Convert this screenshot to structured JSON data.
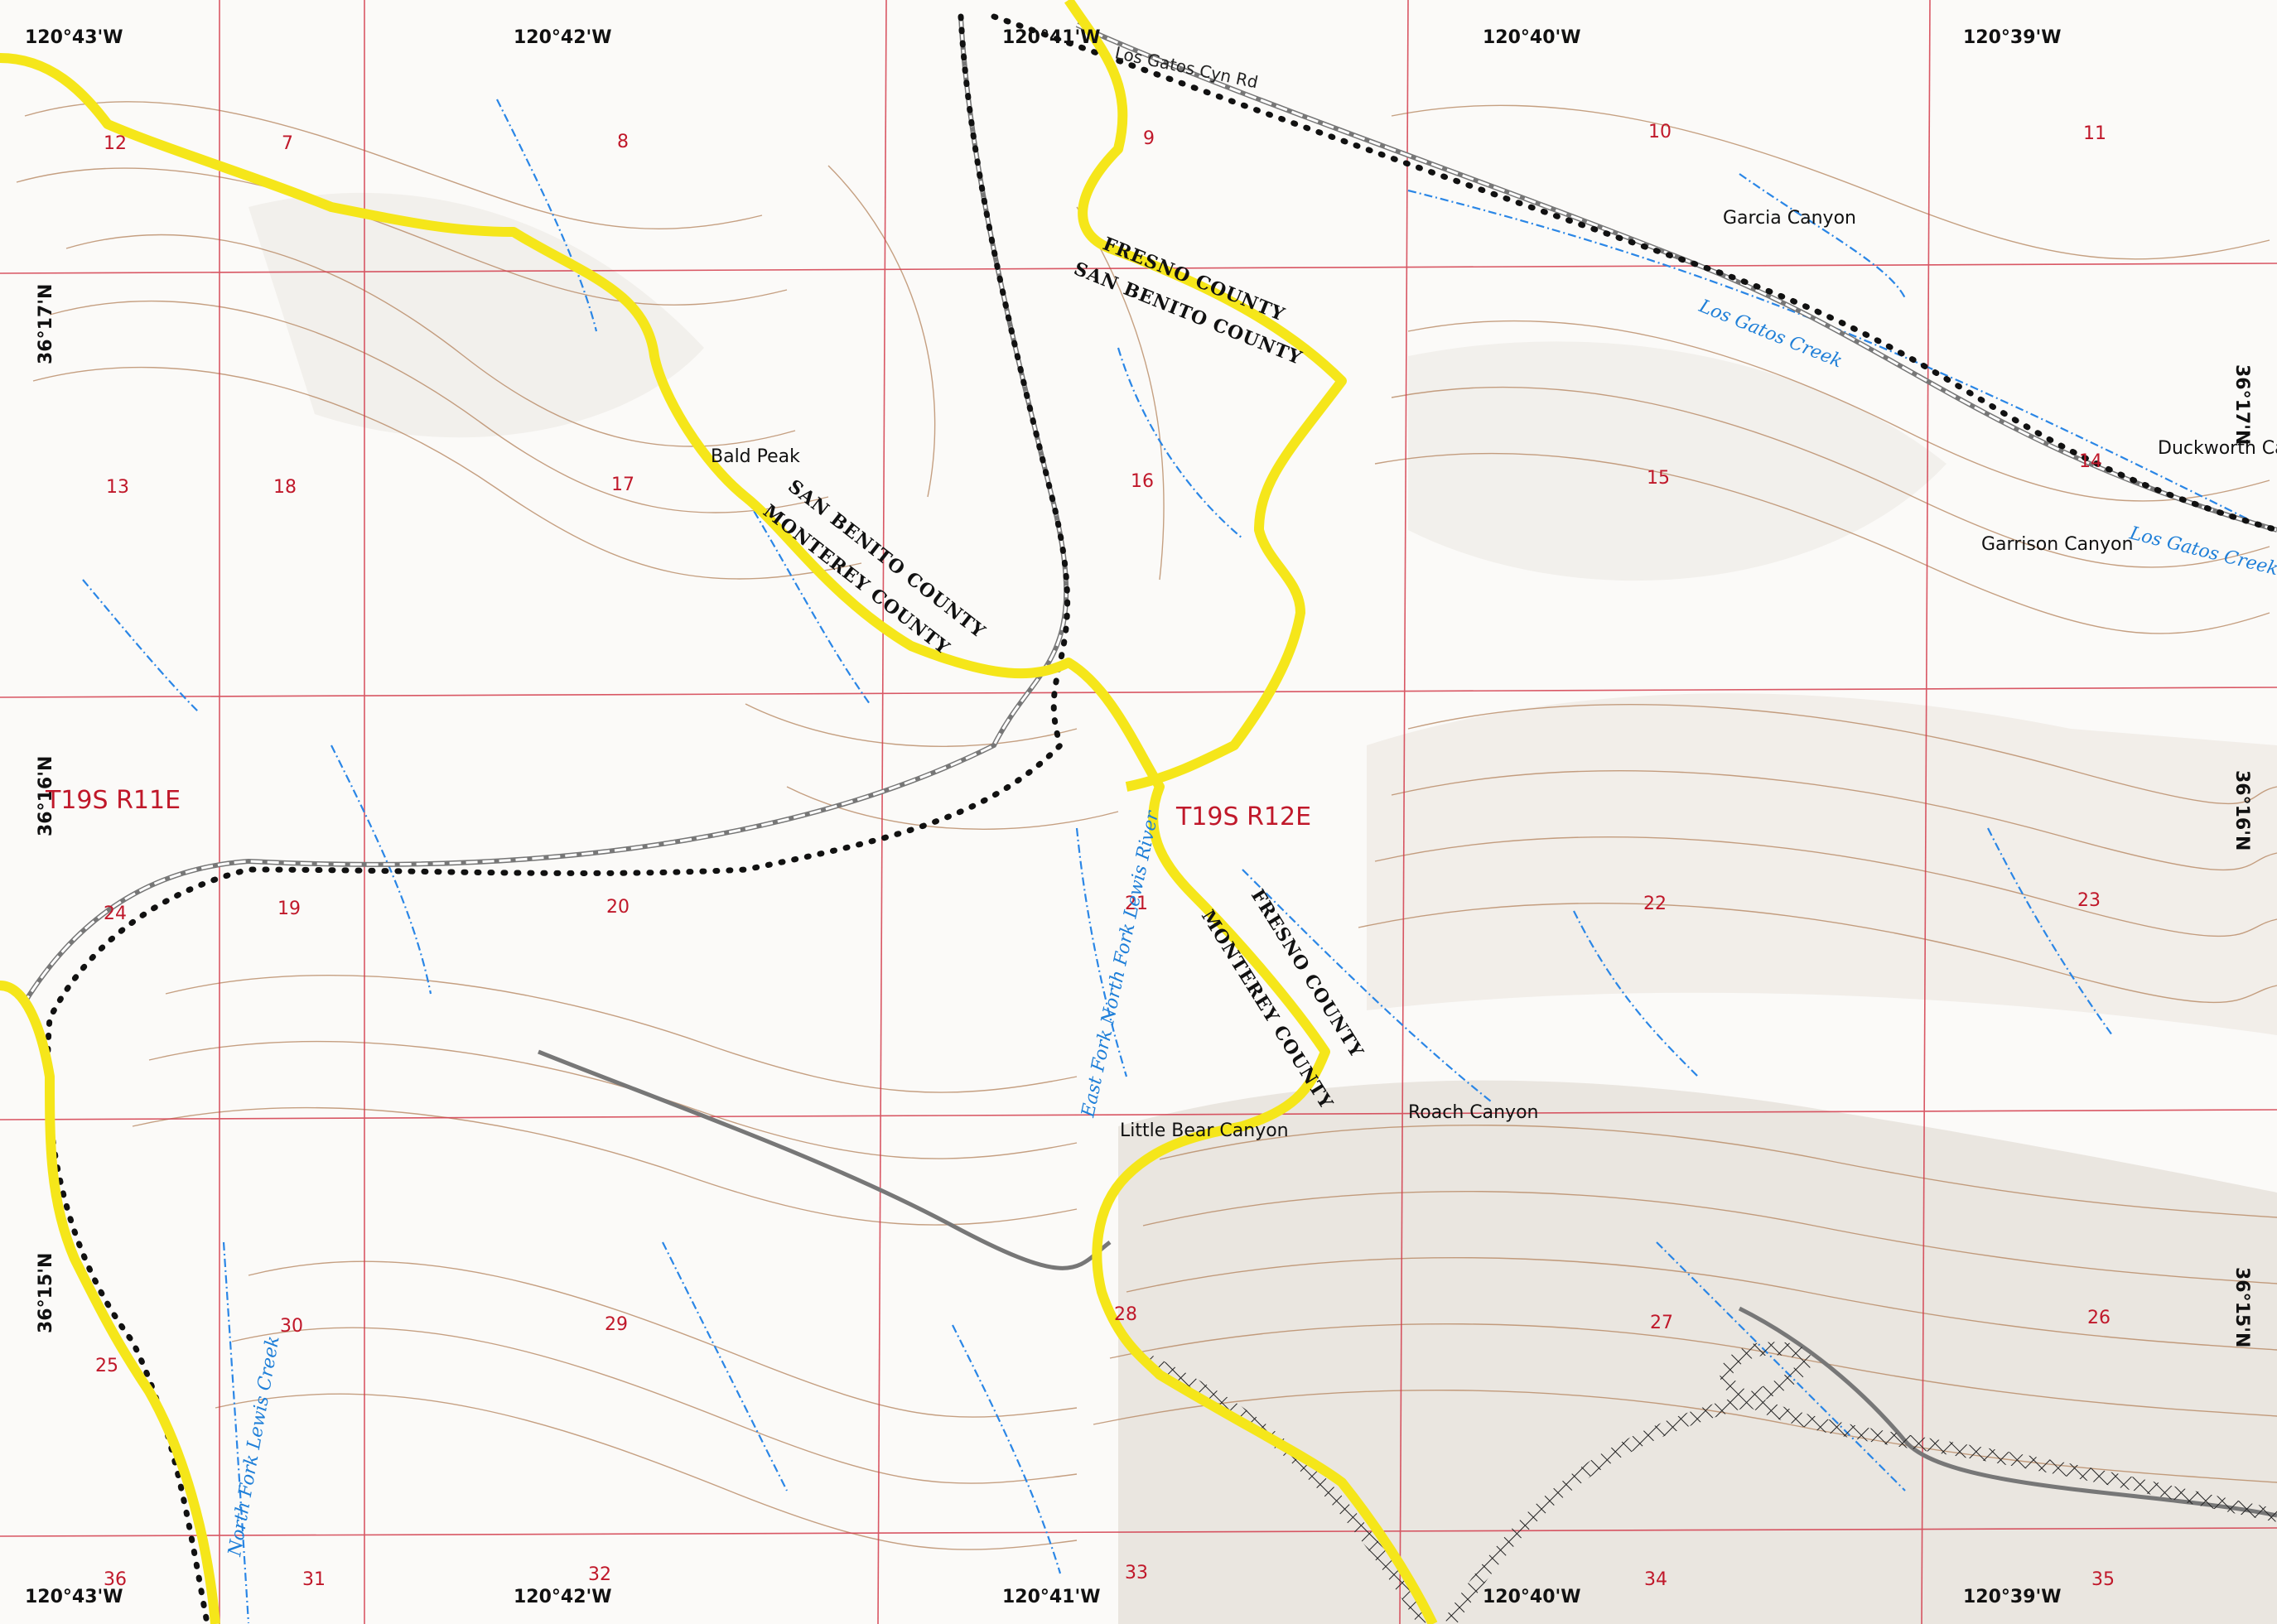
{
  "coordinates": {
    "top": [
      "120°43'W",
      "120°42'W",
      "120°41'W",
      "120°40'W",
      "120°39'W"
    ],
    "bottom": [
      "120°43'W",
      "120°42'W",
      "120°41'W",
      "120°40'W",
      "120°39'W"
    ],
    "left": [
      "36°17'N",
      "36°16'N",
      "36°15'N"
    ],
    "right": [
      "36°17'N",
      "36°16'N",
      "36°15'N"
    ]
  },
  "sections": [
    "12",
    "7",
    "8",
    "9",
    "10",
    "11",
    "13",
    "18",
    "17",
    "16",
    "15",
    "14",
    "24",
    "19",
    "20",
    "21",
    "22",
    "23",
    "25",
    "30",
    "29",
    "28",
    "27",
    "26",
    "36",
    "31",
    "32",
    "33",
    "34",
    "35"
  ],
  "townships": [
    "T19S R11E",
    "T19S R12E"
  ],
  "places": [
    "Bald Peak",
    "Garcia Canyon",
    "Duckworth Canyon",
    "Garrison Canyon",
    "Little Bear Canyon",
    "Roach Canyon"
  ],
  "water": [
    "Los Gatos Creek",
    "Los Gatos Creek",
    "East Fork North Fork Lewis River",
    "North Fork Lewis Creek"
  ],
  "counties": [
    "FRESNO COUNTY",
    "SAN BENITO COUNTY",
    "SAN BENITO COUNTY",
    "MONTEREY COUNTY",
    "FRESNO COUNTY",
    "MONTEREY COUNTY"
  ],
  "roads": [
    "Los Gatos Cyn Rd"
  ],
  "colors": {
    "county_line": "#f5e61a",
    "grid": "#d23a4a",
    "stream": "#2a86e6",
    "contour": "#b3815a",
    "text_red": "#c0182a"
  }
}
